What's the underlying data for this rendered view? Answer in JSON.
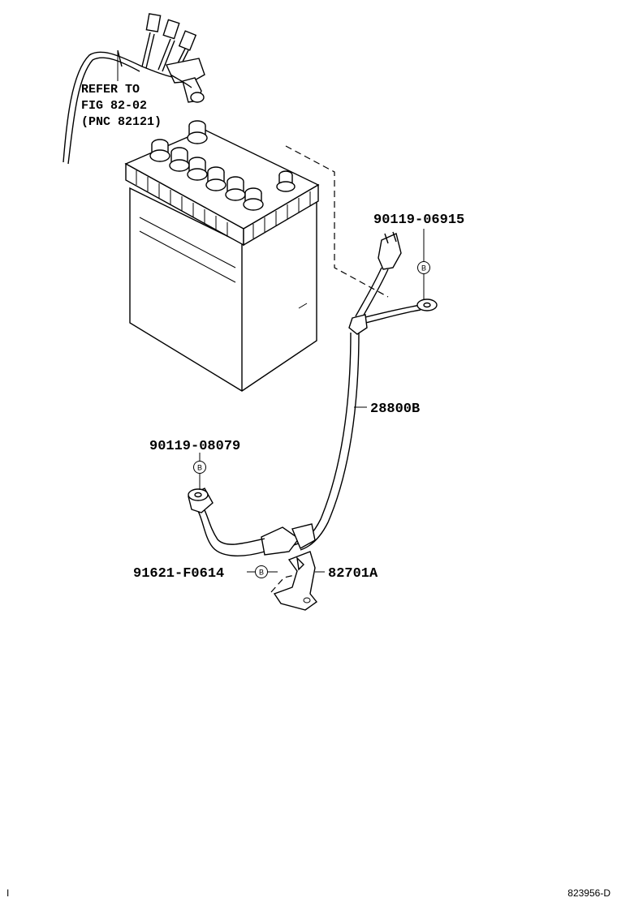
{
  "reference": {
    "line1": "REFER TO",
    "line2": "FIG 82-02",
    "line3": "(PNC 82121)"
  },
  "parts": {
    "bolt_upper": "90119-06915",
    "cable": "28800B",
    "bolt_lower": "90119-08079",
    "clamp_bolt": "91621-F0614",
    "bracket": "82701A"
  },
  "markers": {
    "b": "B"
  },
  "footer": {
    "left_mark": "I",
    "diagram_code": "823956-D"
  }
}
